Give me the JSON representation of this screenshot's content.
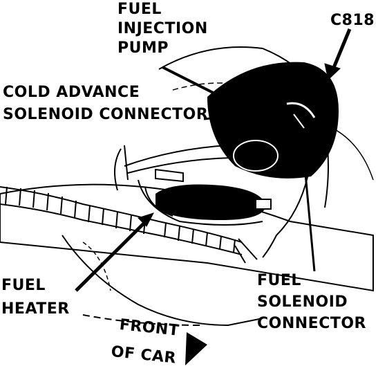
{
  "labels": {
    "fuel_injection_pump": [
      "FUEL",
      "INJECTION",
      "PUMP"
    ],
    "connector_id": "C818",
    "cold_advance_solenoid_connector": [
      "COLD ADVANCE",
      "SOLENOID CONNECTOR"
    ],
    "fuel_heater": [
      "FUEL",
      "HEATER"
    ],
    "fuel_solenoid_connector": [
      "FUEL",
      "SOLENOID",
      "CONNECTOR"
    ],
    "front_of_car": [
      "FRONT",
      "OF CAR"
    ]
  },
  "colors": {
    "ink": "#000000",
    "paper": "#ffffff"
  }
}
